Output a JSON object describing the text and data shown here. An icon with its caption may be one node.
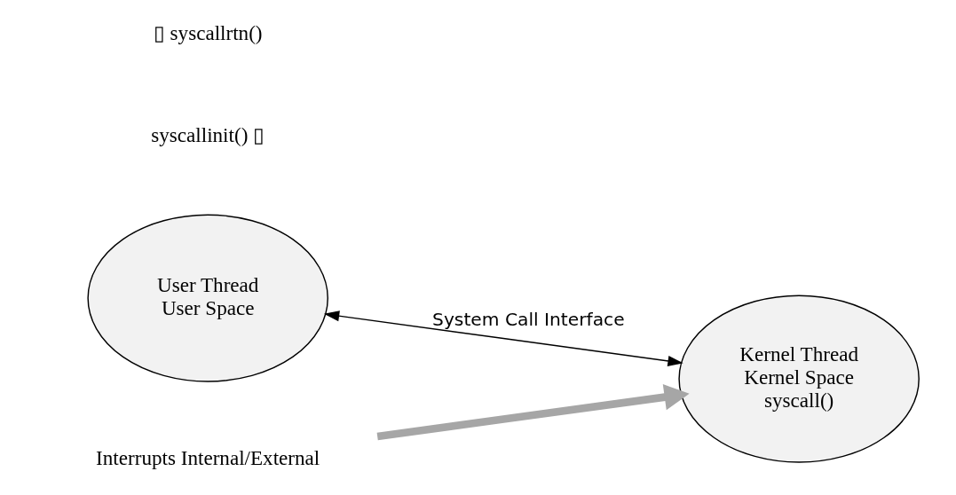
{
  "diagram": {
    "nodes": [
      {
        "text": [
          "User Thread",
          "User Space"
        ]
      },
      {
        "text": [
          "Kernel Thread",
          "Kernel Space",
          "syscall()"
        ]
      },
      {
        "text": [
          "Interrupts Internal/External"
        ]
      }
    ],
    "edges": [
      {
        "from": 0,
        "to": 1,
        "arrow": "both",
        "label": "System Call Interface"
      },
      {
        "from": 2,
        "to": 1,
        "arrow": "to",
        "style": "thick",
        "color": "#a6a6a6"
      }
    ],
    "labels": [
      "syscallinit() ▯",
      "▯ syscallrtn()"
    ]
  }
}
